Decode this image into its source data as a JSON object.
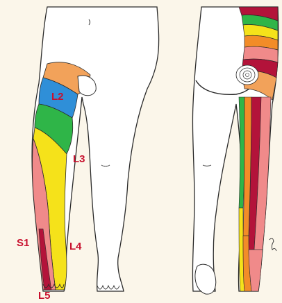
{
  "dermatome_labels": {
    "l2": "L2",
    "l3": "L3",
    "l4": "L4",
    "l5": "L5",
    "s1": "S1"
  },
  "colors": {
    "background": "#fbf6ea",
    "skin": "#ffffff",
    "outline": "#2a2a2a",
    "label": "#c8102e",
    "L1_orange_light": "#f2a25a",
    "L2_blue": "#2f8fd8",
    "L3_green": "#2fb548",
    "L4_yellow": "#f5e21a",
    "L5_orange": "#f28c28",
    "S1_pink": "#f08a8a",
    "S2_crimson": "#b3133a"
  },
  "views": [
    "anterior-leg",
    "posterior-leg"
  ]
}
